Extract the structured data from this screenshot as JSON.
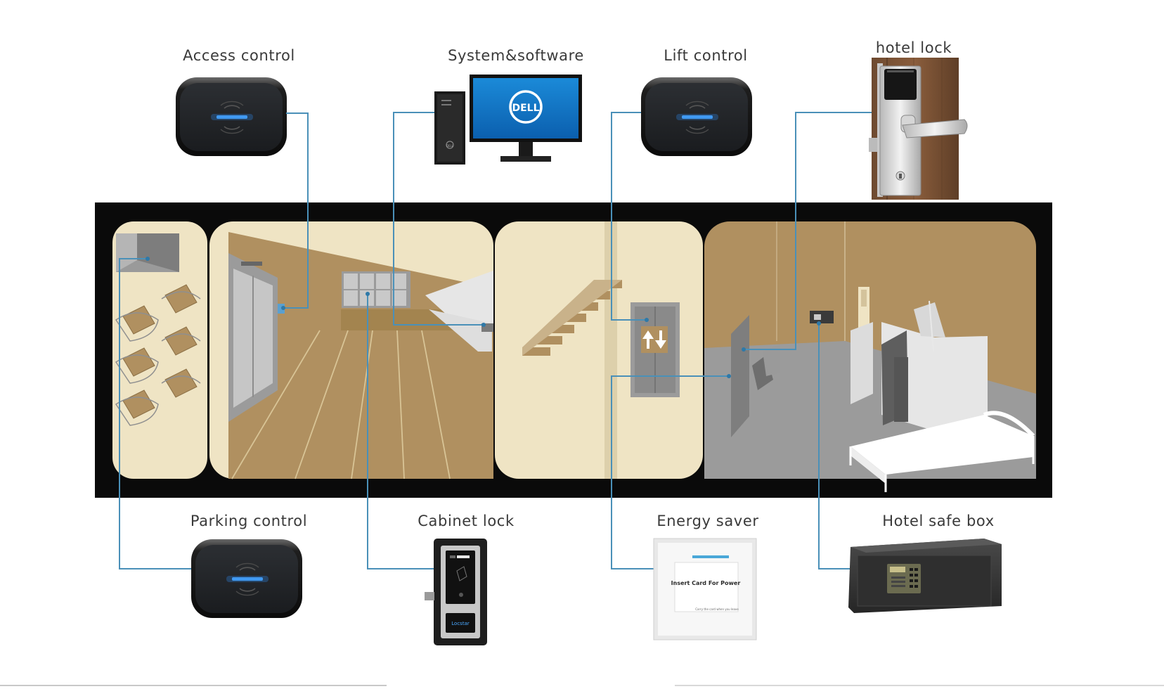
{
  "labels": {
    "access": "Access control",
    "system": "System&software",
    "lift": "Lift control",
    "hotel_lock": "hotel lock",
    "parking": "Parking control",
    "cabinet": "Cabinet lock",
    "energy": "Energy saver",
    "safe": "Hotel safe box"
  },
  "device_text": {
    "monitor_logo": "DELL",
    "tower_logo": "DELL",
    "energy_main": "Insert Card For Power",
    "energy_sub": "Carry the card when you leave",
    "cabinet_brand": "Locstar"
  },
  "colors": {
    "link_line": "#4a90b8",
    "frame": "#0a0a0a",
    "gold": "#b09060",
    "cream": "#efe4c4",
    "grey_floor": "#9b9b9b"
  },
  "icons": {
    "reader": "rfid-reader-icon",
    "computer": "desktop-computer-icon",
    "door_lock": "door-lock-icon",
    "cabinet": "cabinet-lock-icon",
    "energy_switch": "energy-saver-switch-icon",
    "safe": "safe-box-icon",
    "lift_arrows": "up-down-arrows-icon"
  }
}
